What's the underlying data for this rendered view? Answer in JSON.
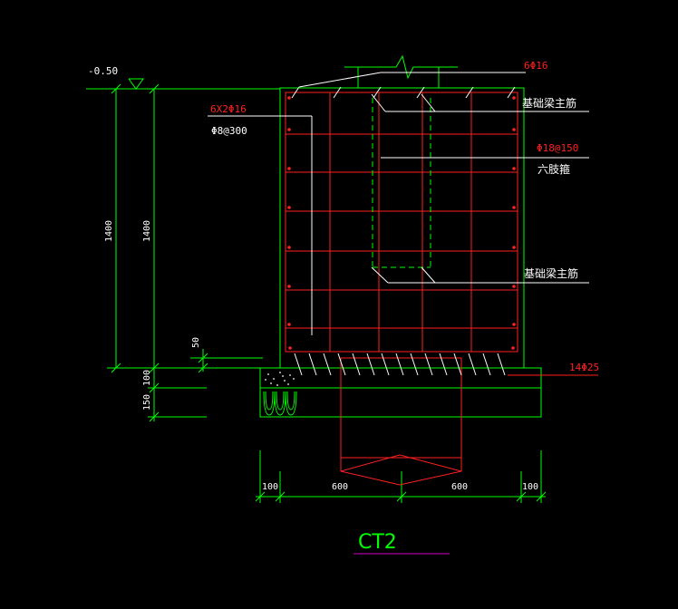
{
  "drawing": {
    "title": "CT2",
    "elevation_label": "-0.50",
    "colors": {
      "background": "#000000",
      "outline": "#00ff00",
      "rebar": "#ff2020",
      "annotation_white": "#ffffff",
      "annotation_red": "#ff2020",
      "title": "#00ff00",
      "title_underline": "#cc00cc"
    },
    "labels": {
      "top_bars": "6Φ16",
      "side_bars": "6X2Φ16",
      "side_stirrup": "Φ8@300",
      "beam_main_top": "基础梁主筋",
      "stirrup": "Φ18@150",
      "stirrup_type": "六肢箍",
      "beam_main_bottom": "基础梁主筋",
      "bottom_bars": "14Φ25"
    },
    "dimensions": {
      "height_outer": "1400",
      "height_inner": "1400",
      "cover": "50",
      "cushion": "100",
      "base": "150",
      "bottom": [
        "100",
        "600",
        "600",
        "100"
      ]
    }
  }
}
